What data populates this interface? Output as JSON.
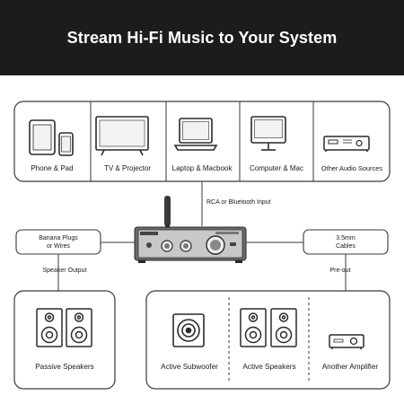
{
  "title": "Stream Hi-Fi Music to Your System",
  "sources": [
    {
      "label": "Phone & Pad",
      "icon": "phone-pad-icon"
    },
    {
      "label": "TV & Projector",
      "icon": "tv-icon"
    },
    {
      "label": "Laptop & Macbook",
      "icon": "laptop-icon"
    },
    {
      "label": "Computer & Mac",
      "icon": "monitor-icon"
    },
    {
      "label": "Other Audio Sources",
      "icon": "audio-source-icon"
    }
  ],
  "input_label": "RCA or Bluetooth Input",
  "left_cable": {
    "line1": "Banana Plugs",
    "line2": "or Wires"
  },
  "right_cable": {
    "line1": "3.5mm",
    "line2": "Cables"
  },
  "left_output": "Speaker Output",
  "right_output": "Pre-out",
  "outputs_left": [
    {
      "label": "Passive Speakers",
      "icon": "bookshelf-speakers-icon"
    }
  ],
  "outputs_right": [
    {
      "label": "Active Subwoofer",
      "icon": "subwoofer-icon"
    },
    {
      "label": "Active Speakers",
      "icon": "active-speakers-icon"
    },
    {
      "label": "Another Amplifier",
      "icon": "amplifier-icon"
    }
  ],
  "colors": {
    "banner": "#1c1c1c",
    "line": "#3a3a3a",
    "background": "#ffffff"
  }
}
